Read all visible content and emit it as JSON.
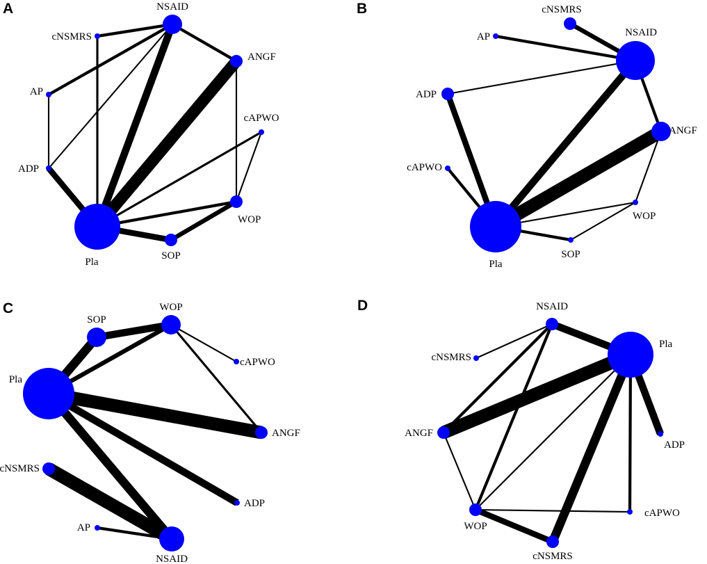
{
  "style": {
    "node_color": "#0000ff",
    "edge_color": "#000000",
    "background": "#ffffff"
  },
  "panels": [
    {
      "letter": "A",
      "nodes": [
        {
          "id": "NSAID",
          "label": "NSAID",
          "size": 3
        },
        {
          "id": "cNSMRS",
          "label": "cNSMRS",
          "size": 1
        },
        {
          "id": "ANGF",
          "label": "ANGF",
          "size": 2
        },
        {
          "id": "AP",
          "label": "AP",
          "size": 1
        },
        {
          "id": "cAPWO",
          "label": "cAPWO",
          "size": 1
        },
        {
          "id": "ADP",
          "label": "ADP",
          "size": 1
        },
        {
          "id": "WOP",
          "label": "WOP",
          "size": 2
        },
        {
          "id": "SOP",
          "label": "SOP",
          "size": 2
        },
        {
          "id": "Pla",
          "label": "Pla",
          "size": 7
        }
      ],
      "edges": [
        {
          "source": "cNSMRS",
          "target": "NSAID",
          "weight": 2
        },
        {
          "source": "cNSMRS",
          "target": "Pla",
          "weight": 1.5
        },
        {
          "source": "NSAID",
          "target": "ANGF",
          "weight": 2
        },
        {
          "source": "NSAID",
          "target": "ADP",
          "weight": 1
        },
        {
          "source": "NSAID",
          "target": "Pla",
          "weight": 5
        },
        {
          "source": "AP",
          "target": "ADP",
          "weight": 1
        },
        {
          "source": "AP",
          "target": "NSAID",
          "weight": 2
        },
        {
          "source": "ANGF",
          "target": "Pla",
          "weight": 8
        },
        {
          "source": "ANGF",
          "target": "WOP",
          "weight": 1
        },
        {
          "source": "cAPWO",
          "target": "Pla",
          "weight": 1.5
        },
        {
          "source": "cAPWO",
          "target": "WOP",
          "weight": 1
        },
        {
          "source": "ADP",
          "target": "Pla",
          "weight": 4
        },
        {
          "source": "WOP",
          "target": "Pla",
          "weight": 2
        },
        {
          "source": "WOP",
          "target": "SOP",
          "weight": 3
        },
        {
          "source": "SOP",
          "target": "Pla",
          "weight": 4
        }
      ]
    },
    {
      "letter": "B",
      "nodes": [
        {
          "id": "cNSMRS",
          "label": "cNSMRS",
          "size": 2
        },
        {
          "id": "AP",
          "label": "AP",
          "size": 1
        },
        {
          "id": "NSAID",
          "label": "NSAID",
          "size": 5
        },
        {
          "id": "ADP",
          "label": "ADP",
          "size": 2
        },
        {
          "id": "ANGF",
          "label": "ANGF",
          "size": 3
        },
        {
          "id": "cAPWO",
          "label": "cAPWO",
          "size": 1
        },
        {
          "id": "WOP",
          "label": "WOP",
          "size": 1
        },
        {
          "id": "SOP",
          "label": "SOP",
          "size": 1
        },
        {
          "id": "Pla",
          "label": "Pla",
          "size": 8
        }
      ],
      "edges": [
        {
          "source": "cNSMRS",
          "target": "NSAID",
          "weight": 3
        },
        {
          "source": "AP",
          "target": "NSAID",
          "weight": 2
        },
        {
          "source": "ADP",
          "target": "NSAID",
          "weight": 1
        },
        {
          "source": "NSAID",
          "target": "Pla",
          "weight": 5
        },
        {
          "source": "NSAID",
          "target": "ANGF",
          "weight": 2
        },
        {
          "source": "ADP",
          "target": "Pla",
          "weight": 4
        },
        {
          "source": "cAPWO",
          "target": "Pla",
          "weight": 2
        },
        {
          "source": "ANGF",
          "target": "Pla",
          "weight": 9
        },
        {
          "source": "ANGF",
          "target": "WOP",
          "weight": 1
        },
        {
          "source": "WOP",
          "target": "Pla",
          "weight": 1
        },
        {
          "source": "WOP",
          "target": "SOP",
          "weight": 1
        },
        {
          "source": "SOP",
          "target": "Pla",
          "weight": 2
        }
      ]
    },
    {
      "letter": "C",
      "nodes": [
        {
          "id": "SOP",
          "label": "SOP",
          "size": 3
        },
        {
          "id": "WOP",
          "label": "WOP",
          "size": 3
        },
        {
          "id": "cAPWO",
          "label": "cAPWO",
          "size": 1
        },
        {
          "id": "Pla",
          "label": "Pla",
          "size": 8
        },
        {
          "id": "ANGF",
          "label": "ANGF",
          "size": 2
        },
        {
          "id": "cNSMRS",
          "label": "cNSMRS",
          "size": 2
        },
        {
          "id": "ADP",
          "label": "ADP",
          "size": 1
        },
        {
          "id": "AP",
          "label": "AP",
          "size": 1
        },
        {
          "id": "NSAID",
          "label": "NSAID",
          "size": 4
        }
      ],
      "edges": [
        {
          "source": "Pla",
          "target": "SOP",
          "weight": 6
        },
        {
          "source": "SOP",
          "target": "WOP",
          "weight": 5
        },
        {
          "source": "Pla",
          "target": "WOP",
          "weight": 3
        },
        {
          "source": "WOP",
          "target": "cAPWO",
          "weight": 1
        },
        {
          "source": "WOP",
          "target": "ANGF",
          "weight": 1.5
        },
        {
          "source": "Pla",
          "target": "ANGF",
          "weight": 9
        },
        {
          "source": "Pla",
          "target": "ADP",
          "weight": 5
        },
        {
          "source": "Pla",
          "target": "NSAID",
          "weight": 6
        },
        {
          "source": "cNSMRS",
          "target": "NSAID",
          "weight": 9
        },
        {
          "source": "AP",
          "target": "NSAID",
          "weight": 2
        }
      ]
    },
    {
      "letter": "D",
      "nodes": [
        {
          "id": "NSAID",
          "label": "NSAID",
          "size": 2
        },
        {
          "id": "cNSMRS_top",
          "label": "cNSMRS",
          "size": 1
        },
        {
          "id": "Pla",
          "label": "Pla",
          "size": 7
        },
        {
          "id": "ANGF",
          "label": "ANGF",
          "size": 2
        },
        {
          "id": "ADP",
          "label": "ADP",
          "size": 1
        },
        {
          "id": "WOP",
          "label": "WOP",
          "size": 2
        },
        {
          "id": "cAPWO",
          "label": "cAPWO",
          "size": 1
        },
        {
          "id": "cNSMRS",
          "label": "cNSMRS",
          "size": 2
        }
      ],
      "edges": [
        {
          "source": "NSAID",
          "target": "cNSMRS_top",
          "weight": 1
        },
        {
          "source": "NSAID",
          "target": "Pla",
          "weight": 5
        },
        {
          "source": "NSAID",
          "target": "ANGF",
          "weight": 2
        },
        {
          "source": "NSAID",
          "target": "WOP",
          "weight": 2
        },
        {
          "source": "ANGF",
          "target": "Pla",
          "weight": 9
        },
        {
          "source": "ANGF",
          "target": "WOP",
          "weight": 1
        },
        {
          "source": "Pla",
          "target": "ADP",
          "weight": 5
        },
        {
          "source": "Pla",
          "target": "cAPWO",
          "weight": 2
        },
        {
          "source": "Pla",
          "target": "WOP",
          "weight": 1
        },
        {
          "source": "Pla",
          "target": "cNSMRS",
          "weight": 6
        },
        {
          "source": "WOP",
          "target": "cAPWO",
          "weight": 1
        },
        {
          "source": "WOP",
          "target": "cNSMRS",
          "weight": 4
        }
      ]
    }
  ]
}
